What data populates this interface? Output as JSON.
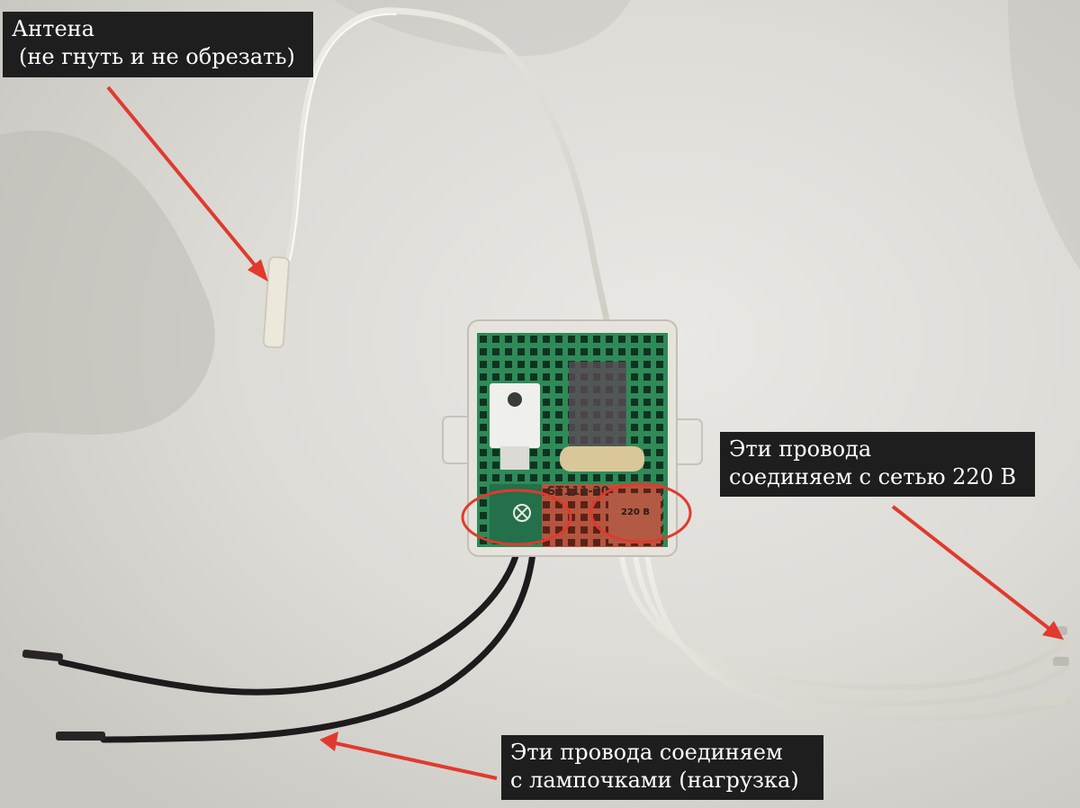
{
  "image": {
    "subject": "radio relay module with antenna wire, black load wires and white mains wires",
    "colors": {
      "background": "#d8d6d1",
      "pcb_green": "#1f6b3e",
      "terminal_red": "#a54a38",
      "annotation_red": "#e03a2e",
      "label_bg": "#1e1e1e",
      "label_text": "#ffffff"
    }
  },
  "annotations": {
    "antenna": {
      "line_1": "Антена",
      "line_2": "(не гнуть и не обрезать)"
    },
    "mains_wires": {
      "line_1": "Эти провода",
      "line_2": "соединяем с сетью 220 В"
    },
    "load_wires": {
      "line_1": "Эти провода соединяем",
      "line_2": "с лампочками (нагрузка)"
    }
  },
  "board_markings": {
    "part_text": "ST111-20",
    "voltage_text": "220 B"
  }
}
